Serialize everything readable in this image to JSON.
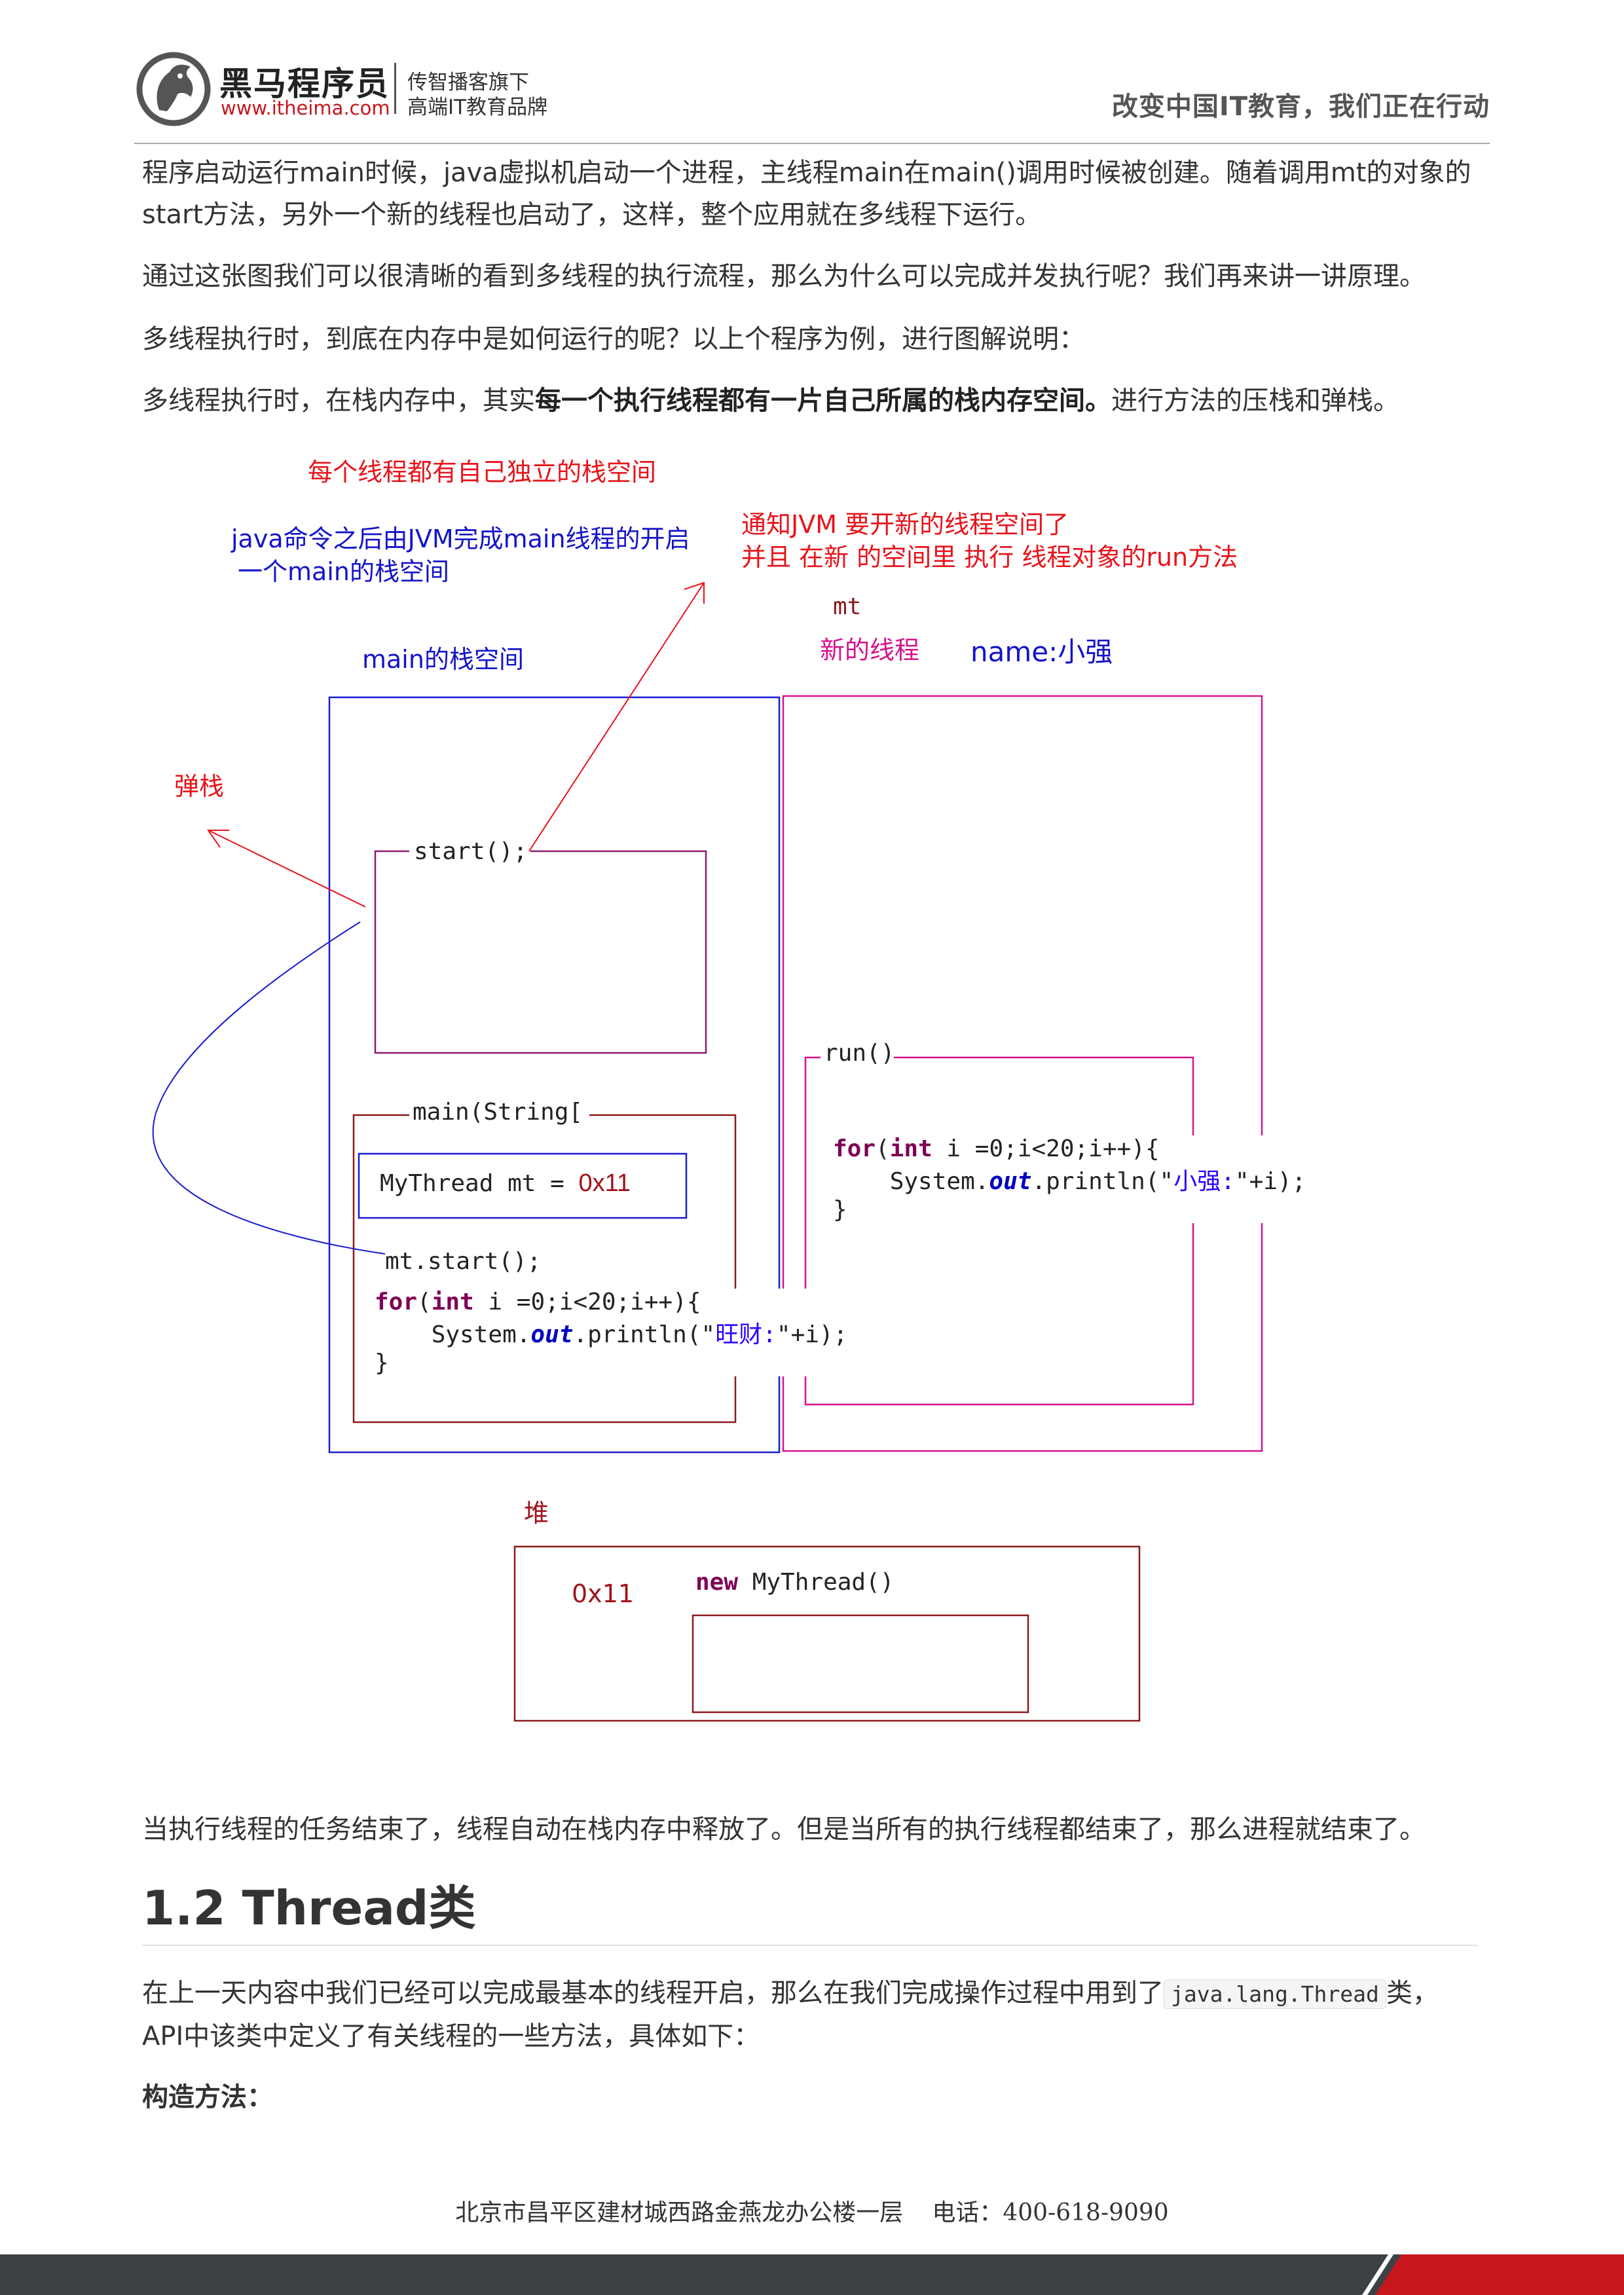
{
  "header": {
    "logo_name": "黑马程序员",
    "logo_url": "www.itheima.com",
    "logo_tag_line1": "传智播客旗下",
    "logo_tag_line2": "高端IT教育品牌",
    "logo_icon": "horse-head-icon",
    "slogan": "改变中国IT教育，我们正在行动"
  },
  "paragraphs": {
    "p1": "程序启动运行main时候，java虚拟机启动一个进程，主线程main在main()调用时候被创建。随着调用mt的对象的start方法，另外一个新的线程也启动了，这样，整个应用就在多线程下运行。",
    "p2": "通过这张图我们可以很清晰的看到多线程的执行流程，那么为什么可以完成并发执行呢？我们再来讲一讲原理。",
    "p3": "多线程执行时，到底在内存中是如何运行的呢？以上个程序为例，进行图解说明：",
    "p4_pre": "多线程执行时，在栈内存中，其实",
    "p4_bold": "每一个执行线程都有一片自己所属的栈内存空间。",
    "p4_post": "进行方法的压栈和弹栈。",
    "p5": "当执行线程的任务结束了，线程自动在栈内存中释放了。但是当所有的执行线程都结束了，那么进程就结束了。",
    "p6_pre": "在上一天内容中我们已经可以完成最基本的线程开启，那么在我们完成操作过程中用到了",
    "p6_code": "java.lang.Thread",
    "p6_post1": "类，",
    "p6_post2": "API中该类中定义了有关线程的一些方法，具体如下："
  },
  "diagram": {
    "note_each_thread": "每个线程都有自己独立的栈空间",
    "note_java_cmd_line1": "java命令之后由JVM完成main线程的开启",
    "note_java_cmd_line2": "一个main的栈空间",
    "note_notify_line1": "通知JVM 要开新的线程空间了",
    "note_notify_line2": "并且 在新 的空间里 执行 线程对象的run方法",
    "label_mt": "mt",
    "label_new_thread": "新的线程",
    "label_name": "name:小强",
    "label_main_stack": "main的栈空间",
    "label_pop": "弹栈",
    "code_start": "start();",
    "code_run": "run()",
    "code_main": "main(String[",
    "code_mythread_decl": "MyThread mt = ",
    "code_addr": "0x11",
    "code_mt_start": "mt.start();",
    "code_for_kw": "for",
    "code_int_kw": "int",
    "code_for_rest_a": "(",
    "code_for_rest_b": " i =0;i<20;i++){",
    "code_system": "    System.",
    "code_out": "out",
    "code_println": ".println(\"",
    "code_str_main": "旺财:",
    "code_str_run": "小强:",
    "code_plus_i": "\"+i);",
    "code_close": "}",
    "label_heap": "堆",
    "heap_addr": "0x11",
    "heap_new_kw": "new",
    "heap_new_rest": " MyThread()"
  },
  "section": {
    "heading": "1.2 Thread类",
    "subhead": "构造方法："
  },
  "footer": {
    "address": "北京市昌平区建材城西路金燕龙办公楼一层",
    "phone": "电话：400-618-9090"
  },
  "colors": {
    "brand_red": "#c8161d",
    "annotation_red": "#e8141b",
    "annotation_blue": "#1414c8",
    "annotation_pink": "#d4148c",
    "footer_dark": "#3c4146"
  }
}
